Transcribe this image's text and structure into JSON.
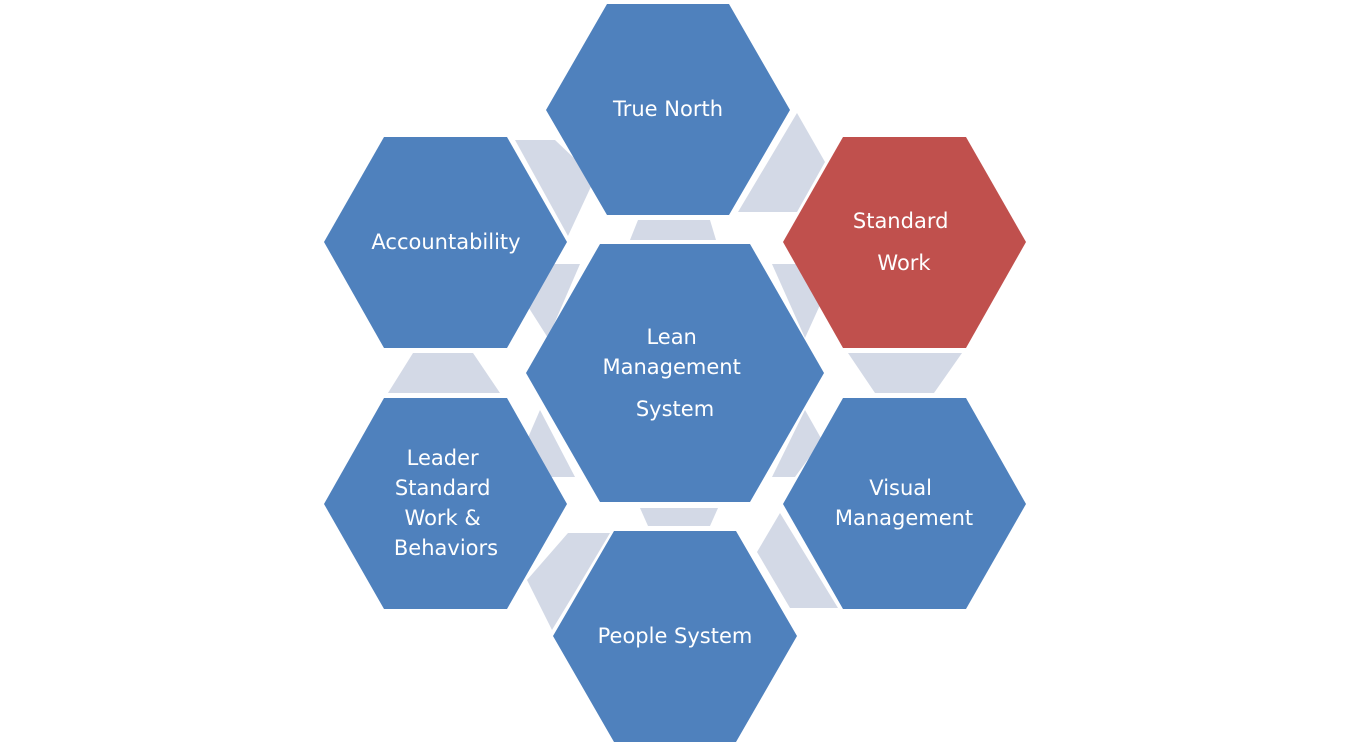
{
  "diagram": {
    "center": {
      "lines": [
        "Lean",
        "Management",
        "System"
      ],
      "color": "#4f81bd"
    },
    "top": {
      "lines": [
        "True North"
      ],
      "color": "#4f81bd"
    },
    "upper_right": {
      "lines": [
        "Standard",
        "Work"
      ],
      "color": "#c0504d"
    },
    "lower_right": {
      "lines": [
        "Visual",
        "Management"
      ],
      "color": "#4f81bd"
    },
    "bottom": {
      "lines": [
        "People System"
      ],
      "color": "#4f81bd"
    },
    "lower_left": {
      "lines": [
        "Leader",
        "Standard",
        "Work &",
        "Behaviors"
      ],
      "color": "#4f81bd"
    },
    "upper_left": {
      "lines": [
        "Accountability"
      ],
      "color": "#4f81bd"
    },
    "connector_color": "#d3d9e6"
  }
}
